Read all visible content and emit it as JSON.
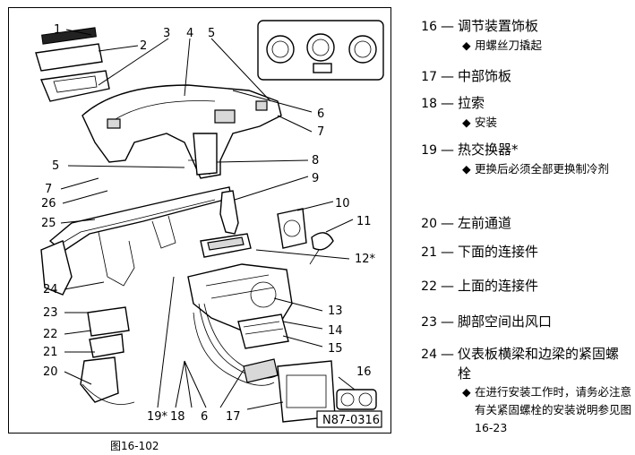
{
  "figure": {
    "caption": "图16-102",
    "code": "N87-0316",
    "callouts": [
      "1",
      "2",
      "3",
      "4",
      "5",
      "6",
      "7",
      "8",
      "9",
      "10",
      "11",
      "12*",
      "13",
      "14",
      "15",
      "16",
      "17",
      "6",
      "18",
      "19*",
      "20",
      "21",
      "22",
      "23",
      "24",
      "25",
      "26",
      "7",
      "5"
    ]
  },
  "legend": {
    "items": [
      {
        "number": "16",
        "title": "调节装置饰板",
        "notes": [
          "用螺丝刀撬起"
        ]
      },
      {
        "number": "17",
        "title": "中部饰板",
        "notes": []
      },
      {
        "number": "18",
        "title": "拉索",
        "notes": [
          "安装"
        ]
      },
      {
        "number": "19",
        "title": "热交换器*",
        "notes": [
          "更换后必须全部更换制冷剂"
        ]
      },
      {
        "number": "20",
        "title": "左前通道",
        "notes": []
      },
      {
        "number": "21",
        "title": "下面的连接件",
        "notes": []
      },
      {
        "number": "22",
        "title": "上面的连接件",
        "notes": []
      },
      {
        "number": "23",
        "title": "脚部空间出风口",
        "notes": []
      },
      {
        "number": "24",
        "title": "仪表板横梁和边梁的紧固螺栓",
        "notes": [
          "在进行安装工作时，请务必注意有关紧固螺栓的安装说明参见图16-23"
        ]
      }
    ],
    "bullet": "◆",
    "dash": "—"
  }
}
